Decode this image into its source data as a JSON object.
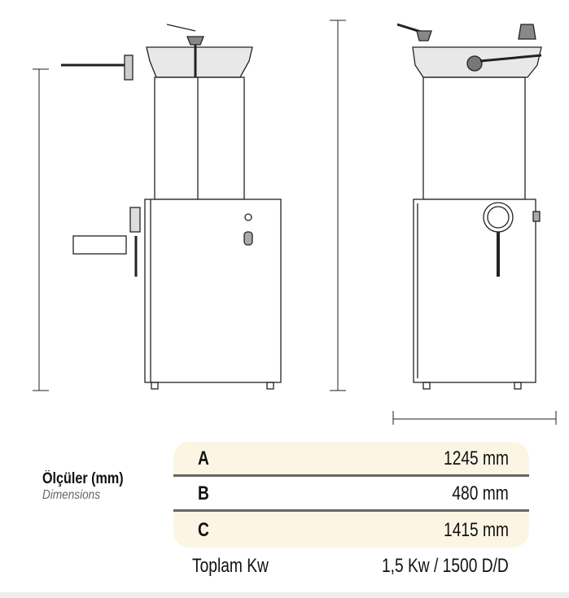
{
  "labels": {
    "title": "Ölçüler (mm)",
    "subtitle": "Dimensions"
  },
  "dimensions": [
    {
      "key": "A",
      "value": "1245 mm"
    },
    {
      "key": "B",
      "value": "480 mm"
    },
    {
      "key": "C",
      "value": "1415 mm"
    }
  ],
  "total": {
    "label": "Toplam Kw",
    "value": "1,5 Kw / 1500 D/D"
  }
}
